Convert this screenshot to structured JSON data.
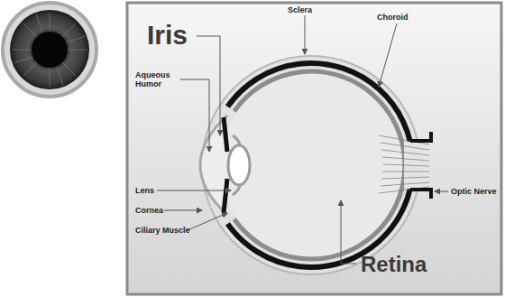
{
  "diagram": {
    "labels": [
      "Iris",
      "Sclera",
      "Choroid",
      "Aqueous Humor",
      "Lens",
      "Cornea",
      "Ciliary Muscle",
      "Optic Nerve",
      "Retina"
    ]
  }
}
